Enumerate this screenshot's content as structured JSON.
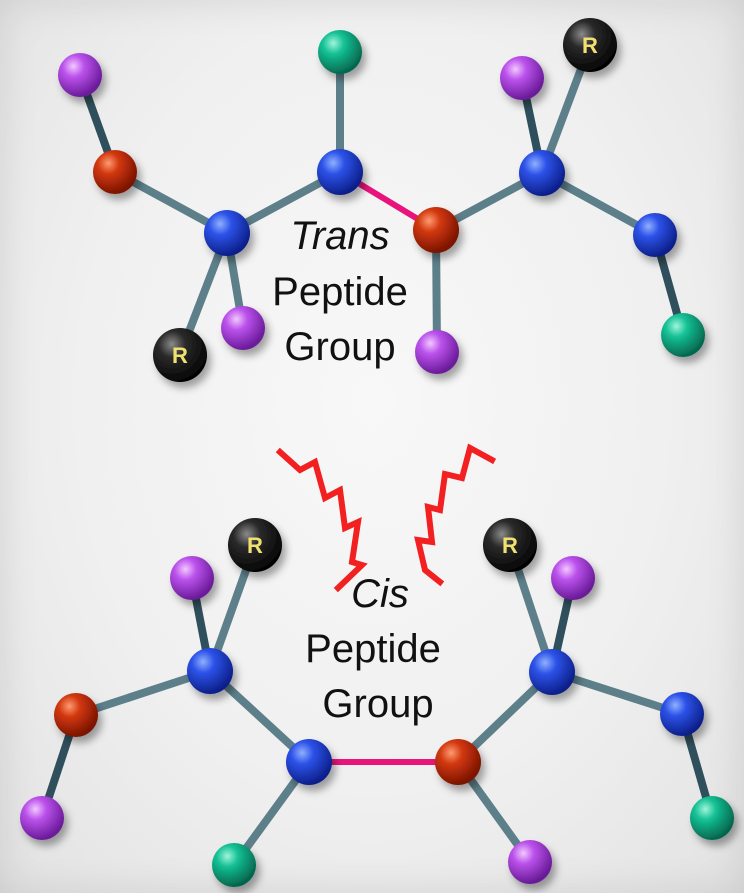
{
  "trans_group": {
    "line1": "Trans",
    "line2": "Peptide",
    "line3": "Group"
  },
  "cis_group": {
    "line1": "Cis",
    "line2": "Peptide",
    "line3": "Group"
  },
  "r_group_label": "R",
  "colors": {
    "bond": "#5d7f8a",
    "bond_dark": "#2f4f5c",
    "peptide_bond": "#e8147c",
    "clash_zigzag": "#f22020",
    "atom_blue": "#1f3fd8",
    "atom_red": "#c42a0c",
    "atom_purple": "#b24ae6",
    "atom_teal": "#10b38e",
    "atom_black": "#1e1e1e",
    "r_text": "#f0e070"
  }
}
